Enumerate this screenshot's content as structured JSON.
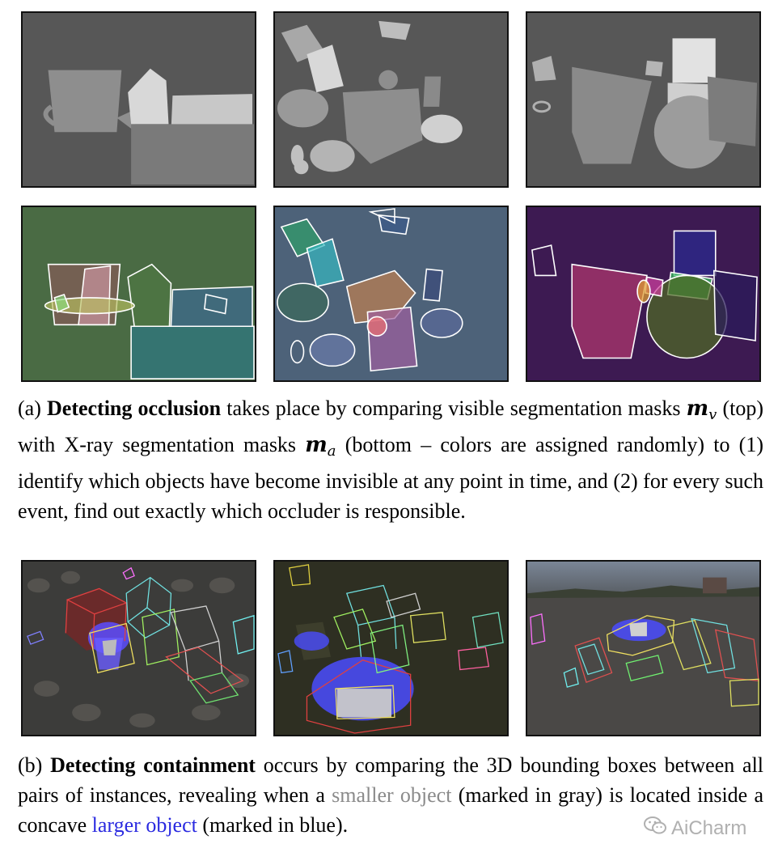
{
  "caption_a": {
    "label": "(a)",
    "bold": "Detecting occlusion",
    "part1": "takes place by comparing visible segmentation masks",
    "mv_base": "m",
    "mv_sub": "v",
    "part2": "(top) with X-ray segmentation masks",
    "ma_base": "m",
    "ma_sub": "a",
    "part3": "(bottom – colors are assigned randomly) to (1) identify which objects have become invisible at any point in time, and (2) for every such event, find out exactly which occluder is responsible."
  },
  "caption_b": {
    "label": "(b)",
    "bold": "Detecting containment",
    "part1": "occurs by comparing the 3D bounding boxes between all pairs of instances, revealing when a",
    "gray_text": "smaller object",
    "part2": "(marked in gray) is located inside a concave",
    "blue_text": "larger object",
    "part3": "(marked in blue)."
  },
  "watermark": {
    "text": "AiCharm"
  },
  "colors": {
    "mask_bg": "#575757",
    "xray_bg_1": "#4a6b44",
    "xray_bg_2": "#4d6279",
    "xray_bg_3": "#3d1a52",
    "gray_text": "#8a8a8a",
    "blue_text": "#2a2ae0"
  }
}
